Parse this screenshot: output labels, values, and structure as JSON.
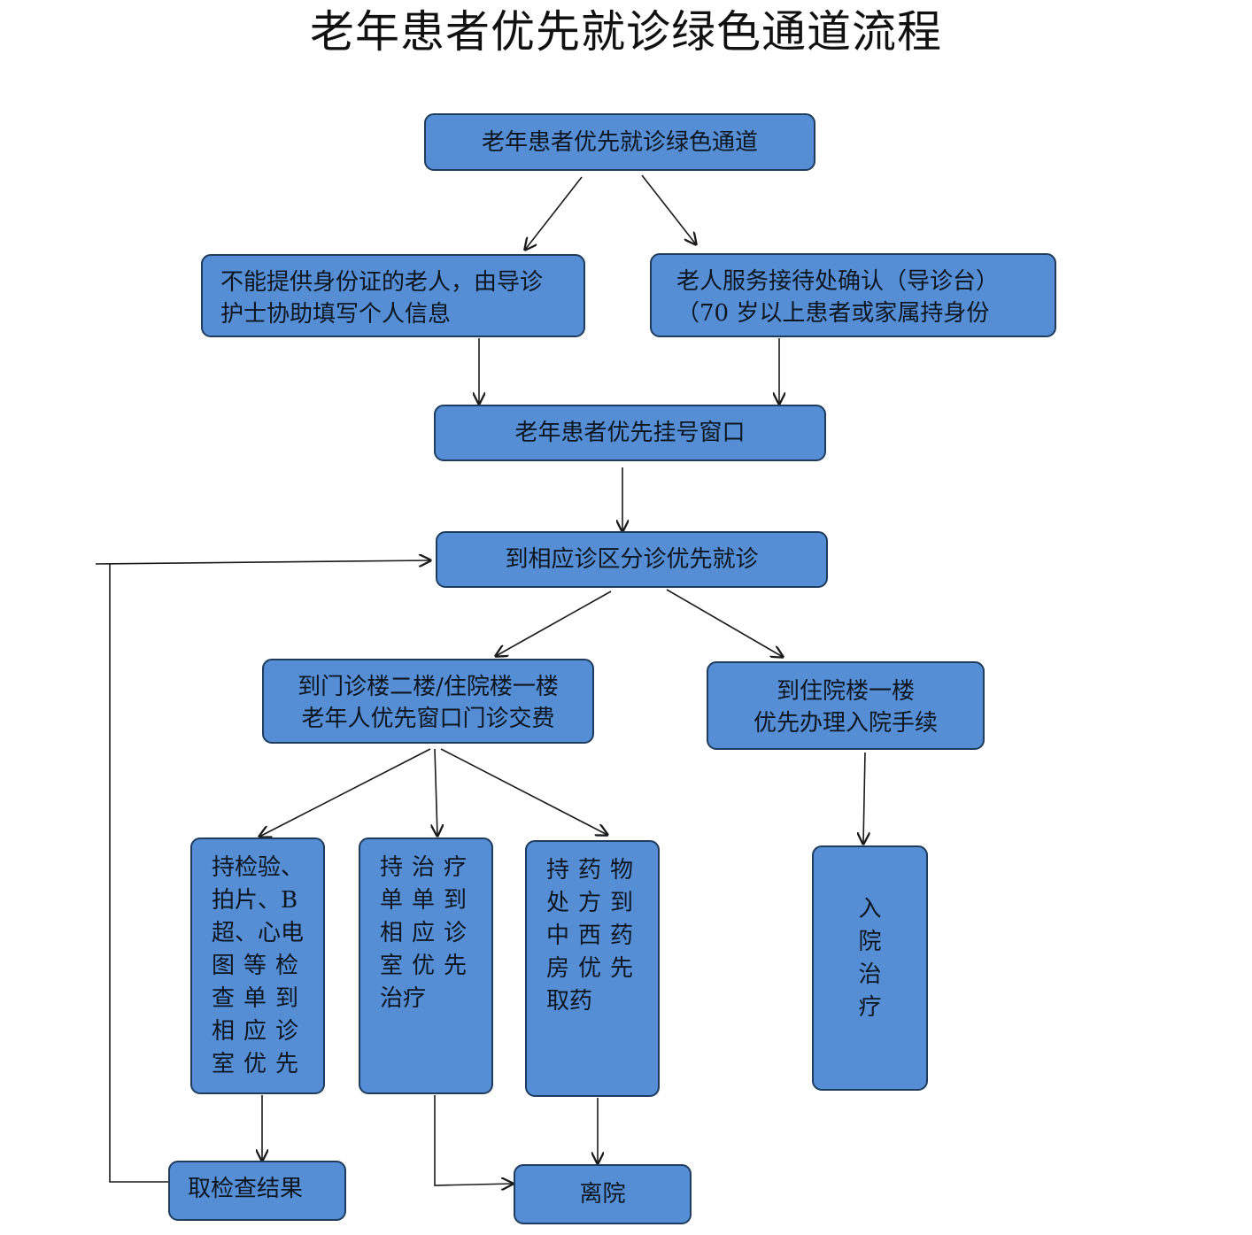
{
  "title": "老年患者优先就诊绿色通道流程",
  "nodes": {
    "start": "老年患者优先就诊绿色通道",
    "no_id": [
      "不能提供身份证的老人，由导诊",
      "护士协助填写个人信息"
    ],
    "reception": [
      "老人服务接待处确认（导诊台）",
      "（70 岁以上患者或家属持身份"
    ],
    "register": "老年患者优先挂号窗口",
    "triage": "到相应诊区分诊优先就诊",
    "payment": [
      "到门诊楼二楼/住院楼一楼",
      "老年人优先窗口门诊交费"
    ],
    "admission": [
      "到住院楼一楼",
      "优先办理入院手续"
    ],
    "exam": [
      "持检验、",
      "拍片、B",
      "超、心电",
      "图等检",
      "查单到",
      "相应诊",
      "室优先"
    ],
    "treatment": [
      "持治疗",
      "单单到",
      "相应诊",
      "室优先",
      "治疗"
    ],
    "pharmacy": [
      "持药物",
      "处方到",
      "中西药",
      "房优先",
      "取药"
    ],
    "inpatient": [
      "入",
      "院",
      "治",
      "疗"
    ],
    "results": "取检查结果",
    "discharge": "离院"
  }
}
